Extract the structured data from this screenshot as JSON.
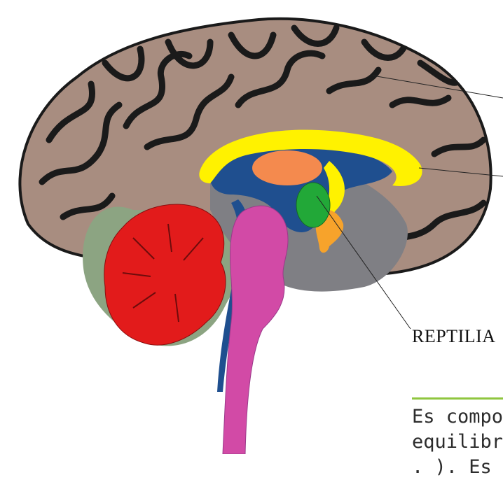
{
  "label": "REPTILIA",
  "body_lines": [
    "Es compos",
    "equilibri i",
    ". ). Es rea"
  ],
  "colors": {
    "cortex": "#a88d80",
    "cortex_outline": "#1a1a1a",
    "corpus_callosum": "#fff200",
    "ventricle": "#1f4f8f",
    "thalamus": "#f48a4e",
    "amygdala": "#22a838",
    "hypothalamus": "#f7a32b",
    "cerebellum": "#e21b1b",
    "cerebellum_backdrop": "#8ca482",
    "brainstem": "#d24aa6",
    "brainstem_edge": "#9a3a8a",
    "inner_region": "#7f7f84",
    "accent_rule": "#8fc63f"
  }
}
